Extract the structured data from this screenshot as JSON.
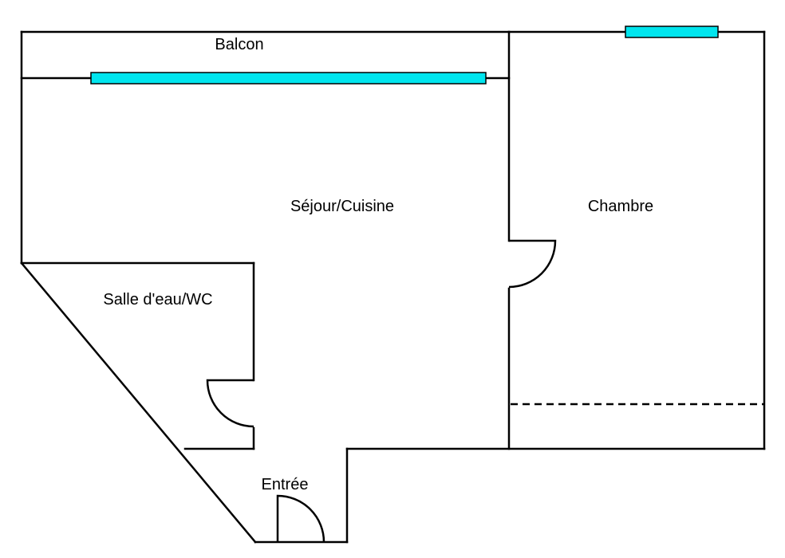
{
  "plan": {
    "colors": {
      "wall": "#000000",
      "window": "#00e5ee",
      "background": "#ffffff"
    },
    "rooms": {
      "balcon": "Balcon",
      "sejour": "Séjour/Cuisine",
      "chambre": "Chambre",
      "salle_eau": "Salle d'eau/WC",
      "entree": "Entrée"
    }
  }
}
